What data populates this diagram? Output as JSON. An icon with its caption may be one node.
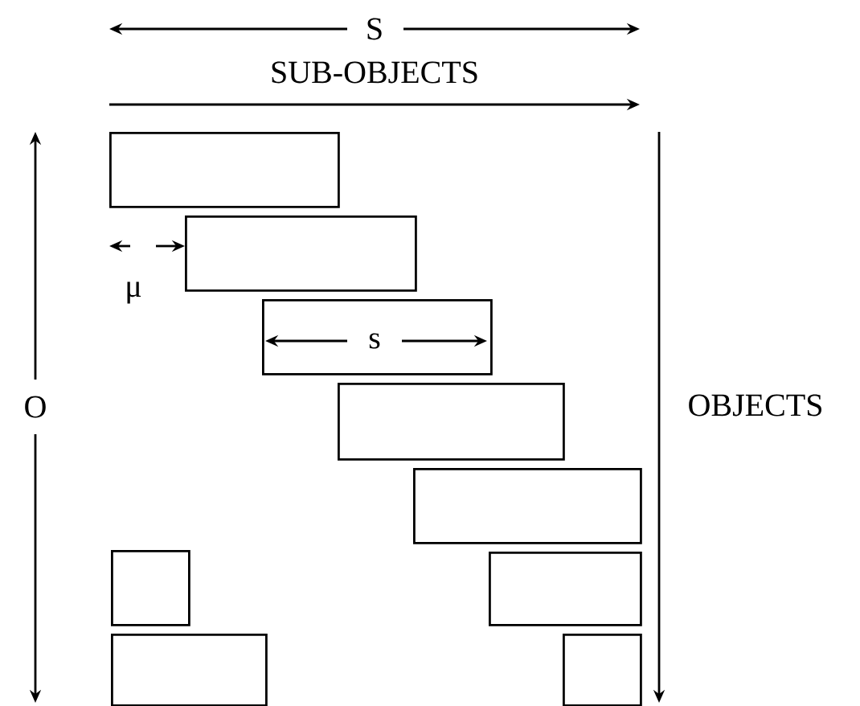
{
  "diagram": {
    "nodes": [
      {
        "text": [],
        "shape": "box"
      },
      {
        "text": [],
        "shape": "box"
      },
      {
        "text": [],
        "shape": "box"
      },
      {
        "text": [],
        "shape": "box"
      },
      {
        "text": [],
        "shape": "box"
      },
      {
        "text": [],
        "shape": "box"
      },
      {
        "text": [],
        "shape": "box"
      },
      {
        "text": [],
        "shape": "box"
      },
      {
        "text": [],
        "shape": "box"
      }
    ],
    "labels": [
      "S",
      "SUB-OBJECTS",
      "μ",
      "s",
      "O",
      "OBJECTS"
    ]
  }
}
